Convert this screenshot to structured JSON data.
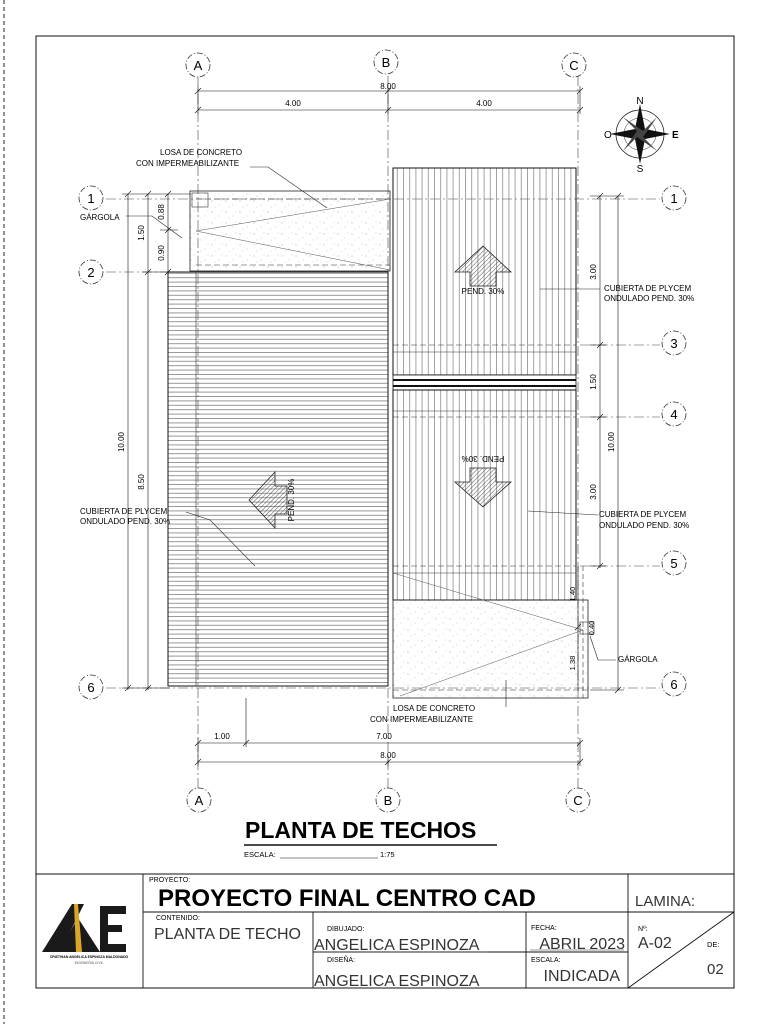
{
  "axes": {
    "A": "A",
    "B": "B",
    "C": "C"
  },
  "rows": {
    "r1": "1",
    "r2": "2",
    "r3": "3",
    "r4": "4",
    "r5": "5",
    "r6": "6"
  },
  "dims": {
    "total_width": "8.00",
    "half_left": "4.00",
    "half_right": "4.00",
    "left_a": "0.88",
    "left_b": "0.90",
    "left_sum": "1.50",
    "left_main": "8.50",
    "left_total": "10.00",
    "right_a": "3.00",
    "right_b": "1.50",
    "right_c": "3.00",
    "right_total": "10.00",
    "right_d": "1.40",
    "right_e": "0.40",
    "right_f": "1.38",
    "bottom_a": "1.00",
    "bottom_b": "7.00",
    "bottom_total": "8.00"
  },
  "labels": {
    "losa_top_1": "LOSA DE CONCRETO",
    "losa_top_2": "CON IMPERMEABILIZANTE",
    "gargola_left": "GÁRGOLA",
    "gargola_right": "GÁRGOLA",
    "cubierta_r1_1": "CUBIERTA DE PLYCEM",
    "cubierta_r1_2": "ONDULADO PEND. 30%",
    "cubierta_r2_1": "CUBIERTA DE PLYCEM",
    "cubierta_r2_2": "ONDULADO PEND. 30%",
    "cubierta_l_1": "CUBIERTA DE PLYCEM",
    "cubierta_l_2": "ONDULADO PEND. 30%",
    "pend_top": "PEND. 30%",
    "pend_mid": "PEND. 30%",
    "pend_left": "PEND. 30%",
    "losa_bot_1": "LOSA DE CONCRETO",
    "losa_bot_2": "CON IMPERMEABILIZANTE",
    "north": "N",
    "south": "S",
    "east": "E",
    "west": "O"
  },
  "title": {
    "main": "PLANTA DE TECHOS",
    "scale_label": "ESCALA:",
    "scale_value": "1:75"
  },
  "block": {
    "proyecto_label": "PROYECTO:",
    "proyecto": "PROYECTO FINAL CENTRO CAD",
    "lamina_label": "LAMINA:",
    "contenido_label": "CONTENIDO:",
    "contenido": "PLANTA DE TECHO",
    "dibujado_label": "DIBUJADO:",
    "dibujado": "ANGELICA ESPINOZA",
    "disena_label": "DISEÑA:",
    "disena": "ANGELICA ESPINOZA",
    "fecha_label": "FECHA:",
    "fecha": "ABRIL 2023",
    "escala_label": "ESCALA:",
    "escala": "INDICADA",
    "num_label": "Nº:",
    "num": "A-02",
    "de_label": "DE:",
    "de": "02",
    "logo_text_1": "CRISTHIAN ANGELICA ESPINOZA MALDONADO",
    "logo_text_2": "INGENIERIA CIVIL"
  }
}
